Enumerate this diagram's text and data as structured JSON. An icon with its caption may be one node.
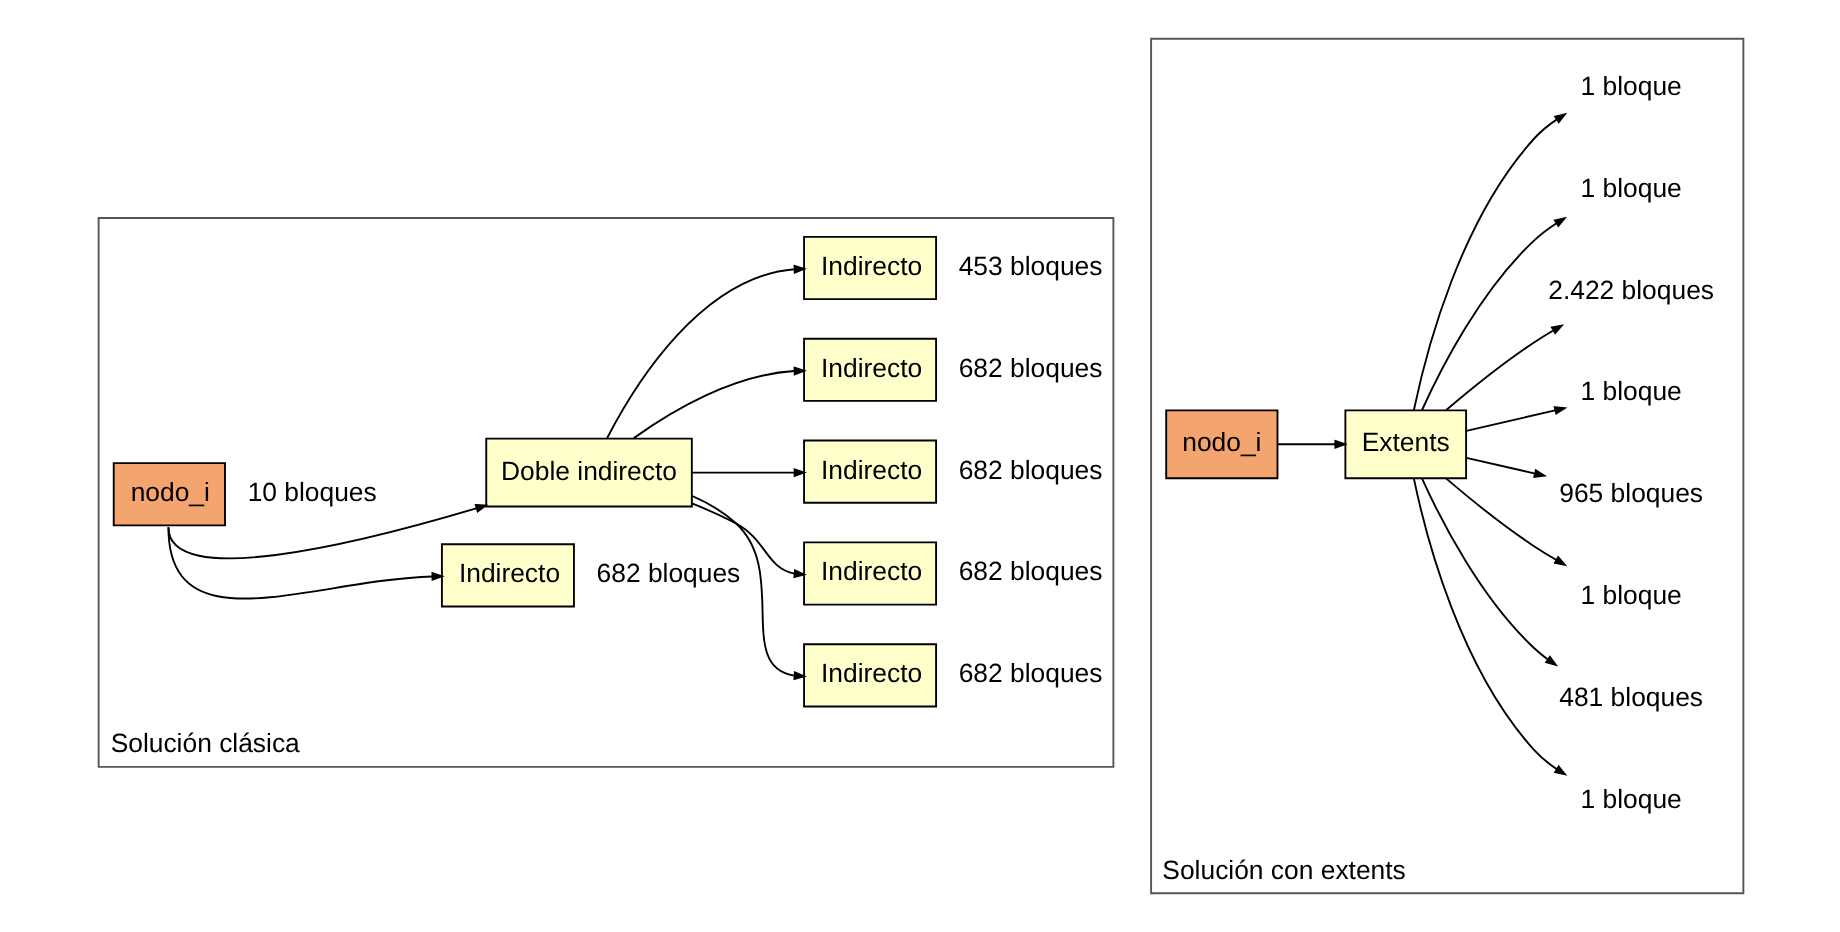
{
  "diagram": {
    "nodes": [
      {
        "text": [
          "Solución clásica"
        ]
      },
      {
        "text": [
          "nodo_i"
        ],
        "in": 0,
        "beside": [
          "10 bloques"
        ]
      },
      {
        "text": [
          "Indirecto"
        ],
        "in": 0,
        "beside": [
          "682 bloques"
        ]
      },
      {
        "text": [
          "Doble indirecto"
        ],
        "in": 0
      },
      {
        "text": [
          "Indirecto"
        ],
        "in": 0,
        "beside": [
          "682 bloques"
        ]
      },
      {
        "text": [
          "Indirecto"
        ],
        "in": 0,
        "beside": [
          "682 bloques"
        ]
      },
      {
        "text": [
          "Indirecto"
        ],
        "in": 0,
        "beside": [
          "682 bloques"
        ]
      },
      {
        "text": [
          "Indirecto"
        ],
        "in": 0,
        "beside": [
          "682 bloques"
        ]
      },
      {
        "text": [
          "Indirecto"
        ],
        "in": 0,
        "beside": [
          "453 bloques"
        ]
      },
      {
        "text": [
          "Solución con extents"
        ]
      },
      {
        "text": [
          "nodo_i"
        ],
        "in": 9
      },
      {
        "text": [
          "Extents"
        ],
        "in": 9
      },
      {
        "text": [
          "1 bloque"
        ],
        "in": 9
      },
      {
        "text": [
          "481 bloques"
        ],
        "in": 9
      },
      {
        "text": [
          "1 bloque"
        ],
        "in": 9
      },
      {
        "text": [
          "965 bloques"
        ],
        "in": 9
      },
      {
        "text": [
          "1 bloque"
        ],
        "in": 9
      },
      {
        "text": [
          "2.422 bloques"
        ],
        "in": 9
      },
      {
        "text": [
          "1 bloque"
        ],
        "in": 9
      },
      {
        "text": [
          "1 bloque"
        ],
        "in": 9
      }
    ],
    "edges": [
      {
        "from": 1,
        "to": 2,
        "arrow": "to"
      },
      {
        "from": 1,
        "to": 3,
        "arrow": "to"
      },
      {
        "from": 3,
        "to": 4,
        "arrow": "to"
      },
      {
        "from": 3,
        "to": 5,
        "arrow": "to"
      },
      {
        "from": 3,
        "to": 6,
        "arrow": "to"
      },
      {
        "from": 3,
        "to": 7,
        "arrow": "to"
      },
      {
        "from": 3,
        "to": 8,
        "arrow": "to"
      },
      {
        "from": 10,
        "to": 11,
        "arrow": "to"
      },
      {
        "from": 11,
        "to": 12,
        "arrow": "to"
      },
      {
        "from": 11,
        "to": 13,
        "arrow": "to"
      },
      {
        "from": 11,
        "to": 14,
        "arrow": "to"
      },
      {
        "from": 11,
        "to": 15,
        "arrow": "to"
      },
      {
        "from": 11,
        "to": 16,
        "arrow": "to"
      },
      {
        "from": 11,
        "to": 17,
        "arrow": "to"
      },
      {
        "from": 11,
        "to": 18,
        "arrow": "to"
      },
      {
        "from": 11,
        "to": 19,
        "arrow": "to"
      }
    ]
  }
}
